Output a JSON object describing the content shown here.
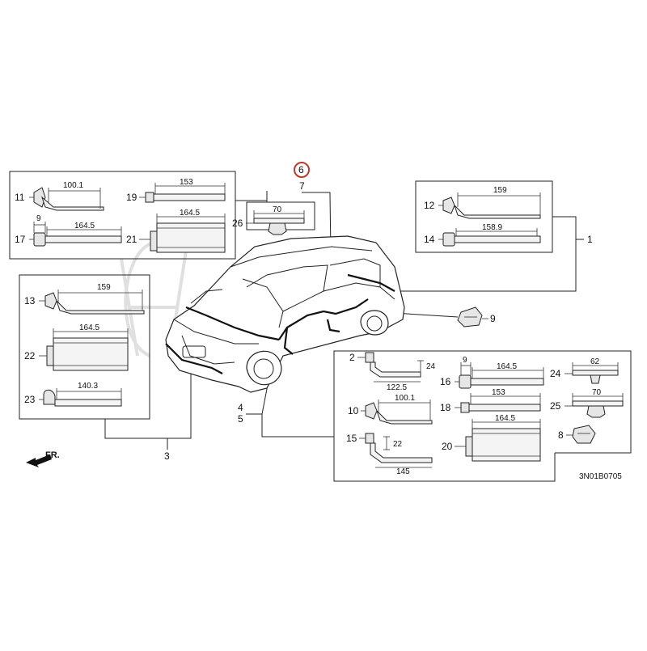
{
  "diagram": {
    "reference_code": "3N01B0705",
    "front_indicator": "FR.",
    "highlight_color": "#c0392b",
    "highlighted_callout": "6",
    "callouts": {
      "c1": "1",
      "c2": "2",
      "c3": "3",
      "c4": "4",
      "c5": "5",
      "c6": "6",
      "c7": "7",
      "c8": "8",
      "c9": "9",
      "c10": "10",
      "c11": "11",
      "c12": "12",
      "c13": "13",
      "c14": "14",
      "c15": "15",
      "c16": "16",
      "c17": "17",
      "c18": "18",
      "c19": "19",
      "c20": "20",
      "c21": "21",
      "c22": "22",
      "c23": "23",
      "c24": "24",
      "c25": "25",
      "c26": "26"
    },
    "dimensions": {
      "d11": "100.1",
      "d19": "153",
      "d17a": "9",
      "d17b": "164.5",
      "d21": "164.5",
      "d26": "70",
      "d12": "159",
      "d14": "158.9",
      "d13": "159",
      "d22": "164.5",
      "d23": "140.3",
      "d2a": "24",
      "d2b": "122.5",
      "d16a": "9",
      "d16b": "164.5",
      "d24": "62",
      "d18": "153",
      "d25": "70",
      "d10": "100.1",
      "d15a": "22",
      "d15b": "145",
      "d20": "164.5"
    }
  }
}
